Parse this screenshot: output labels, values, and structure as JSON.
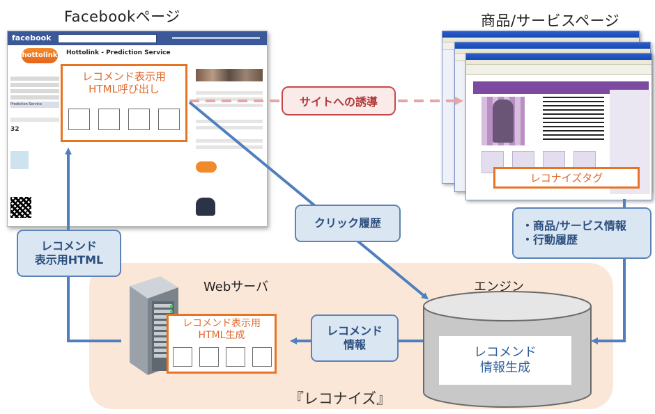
{
  "titles": {
    "facebook_page": "Facebookページ",
    "product_page": "商品/サービスページ"
  },
  "facebook": {
    "logo": "facebook",
    "page_name": "Hottolink - Prediction Service",
    "brand": "hottolink",
    "nav_item": "Prediction Service",
    "stat_count": "32"
  },
  "recommend_call_box": {
    "label": "レコメンド表示用\nHTML呼び出し"
  },
  "guide_box": {
    "label": "サイトへの誘導"
  },
  "click_history": {
    "label": "クリック履歴"
  },
  "recoinize_tag": {
    "label": "レコナイズタグ"
  },
  "product_info": {
    "label": "・商品/サービス情報\n・行動履歴"
  },
  "recommend_html": {
    "label": "レコメンド\n表示用HTML"
  },
  "web_server": {
    "label": "Webサーバ"
  },
  "server_box": {
    "label": "レコメンド表示用\nHTML生成"
  },
  "recommend_info": {
    "label": "レコメンド\n情報"
  },
  "engine": {
    "label": "エンジン",
    "box_label": "レコメンド\n情報生成"
  },
  "region_label": "『レコナイズ』",
  "colors": {
    "orange": "#e77422",
    "blue_arrow": "#4f7fbe",
    "pink_arrow": "#e8a5a5",
    "region_bg": "#fbe7d8"
  }
}
